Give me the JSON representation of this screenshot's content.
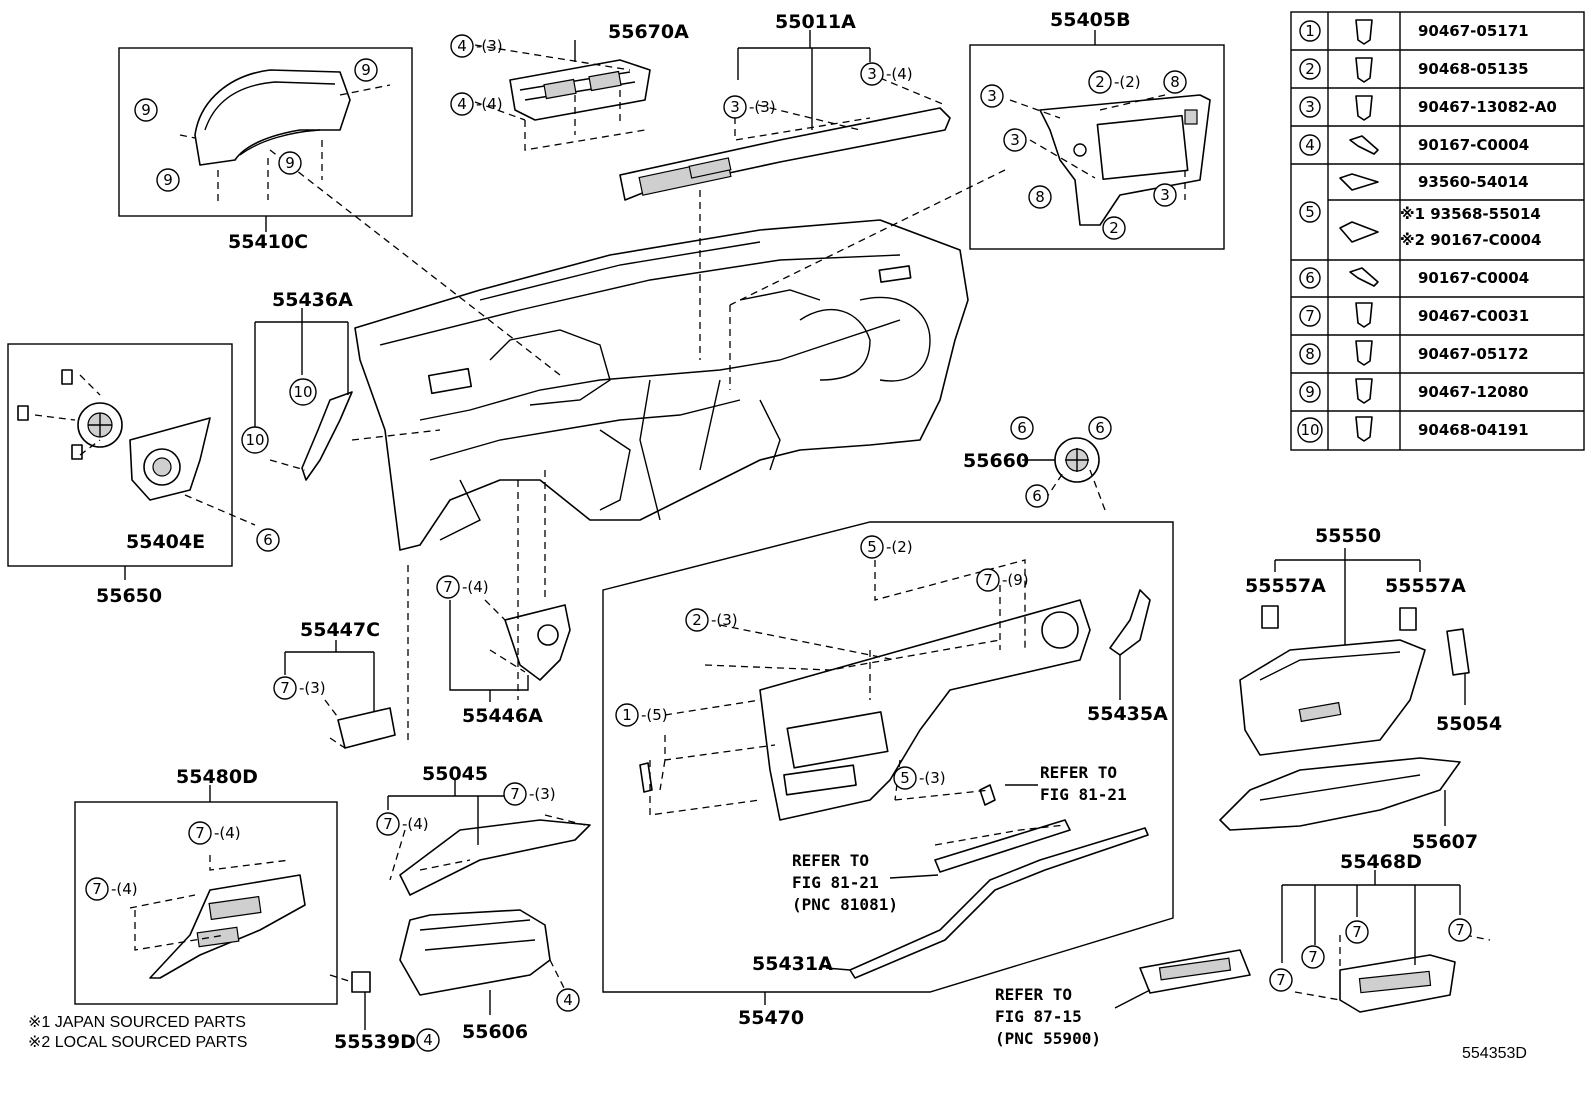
{
  "part_labels": [
    {
      "id": "55670A",
      "text": "55670A"
    },
    {
      "id": "55011A",
      "text": "55011A"
    },
    {
      "id": "55405B",
      "text": "55405B"
    },
    {
      "id": "55410C",
      "text": "55410C"
    },
    {
      "id": "55436A",
      "text": "55436A"
    },
    {
      "id": "55404E",
      "text": "55404E"
    },
    {
      "id": "55650",
      "text": "55650"
    },
    {
      "id": "55660",
      "text": "55660"
    },
    {
      "id": "55447C",
      "text": "55447C"
    },
    {
      "id": "55446A",
      "text": "55446A"
    },
    {
      "id": "55435A",
      "text": "55435A"
    },
    {
      "id": "55045",
      "text": "55045"
    },
    {
      "id": "55480D",
      "text": "55480D"
    },
    {
      "id": "55550",
      "text": "55550"
    },
    {
      "id": "55557A_l",
      "text": "55557A"
    },
    {
      "id": "55557A_r",
      "text": "55557A"
    },
    {
      "id": "55054",
      "text": "55054"
    },
    {
      "id": "55607",
      "text": "55607"
    },
    {
      "id": "55468D",
      "text": "55468D"
    },
    {
      "id": "55431A",
      "text": "55431A"
    },
    {
      "id": "55470",
      "text": "55470"
    },
    {
      "id": "55606",
      "text": "55606"
    },
    {
      "id": "55539D",
      "text": "55539D"
    }
  ],
  "callouts": [
    {
      "n": "4",
      "qty": "(3)"
    },
    {
      "n": "4",
      "qty": "(4)"
    },
    {
      "n": "3",
      "qty": "(4)"
    },
    {
      "n": "3",
      "qty": "(3)"
    },
    {
      "n": "9",
      "qty": ""
    },
    {
      "n": "9",
      "qty": ""
    },
    {
      "n": "9",
      "qty": ""
    },
    {
      "n": "9",
      "qty": ""
    },
    {
      "n": "3",
      "qty": ""
    },
    {
      "n": "2",
      "qty": "(2)"
    },
    {
      "n": "8",
      "qty": ""
    },
    {
      "n": "3",
      "qty": ""
    },
    {
      "n": "3",
      "qty": ""
    },
    {
      "n": "8",
      "qty": ""
    },
    {
      "n": "2",
      "qty": ""
    },
    {
      "n": "10",
      "qty": ""
    },
    {
      "n": "10",
      "qty": ""
    },
    {
      "n": "6",
      "qty": ""
    },
    {
      "n": "6",
      "qty": ""
    },
    {
      "n": "6",
      "qty": ""
    },
    {
      "n": "6",
      "qty": ""
    },
    {
      "n": "7",
      "qty": "(4)"
    },
    {
      "n": "7",
      "qty": "(3)"
    },
    {
      "n": "5",
      "qty": "(2)"
    },
    {
      "n": "7",
      "qty": "(9)"
    },
    {
      "n": "2",
      "qty": "(3)"
    },
    {
      "n": "1",
      "qty": "(5)"
    },
    {
      "n": "5",
      "qty": "(3)"
    },
    {
      "n": "7",
      "qty": "(4)"
    },
    {
      "n": "7",
      "qty": "(3)"
    },
    {
      "n": "7",
      "qty": "(4)"
    },
    {
      "n": "7",
      "qty": "(4)"
    },
    {
      "n": "4",
      "qty": ""
    },
    {
      "n": "4",
      "qty": ""
    },
    {
      "n": "7",
      "qty": ""
    },
    {
      "n": "7",
      "qty": ""
    },
    {
      "n": "7",
      "qty": ""
    },
    {
      "n": "7",
      "qty": ""
    }
  ],
  "references": [
    {
      "lines": [
        "REFER TO",
        "FIG 81-21"
      ]
    },
    {
      "lines": [
        "REFER TO",
        "FIG 81-21",
        "(PNC 81081)"
      ]
    },
    {
      "lines": [
        "REFER TO",
        "FIG 87-15",
        "(PNC 55900)"
      ]
    }
  ],
  "notes": [
    "※1 JAPAN SOURCED PARTS",
    "※2 LOCAL SOURCED PARTS"
  ],
  "diagram_code": "554353D",
  "parts_table": [
    {
      "n": "1",
      "parts": [
        "90467-05171"
      ]
    },
    {
      "n": "2",
      "parts": [
        "90468-05135"
      ]
    },
    {
      "n": "3",
      "parts": [
        "90467-13082-A0"
      ]
    },
    {
      "n": "4",
      "parts": [
        "90167-C0004"
      ]
    },
    {
      "n": "5",
      "parts": [
        "93560-54014",
        "※1 93568-55014",
        "※2 90167-C0004"
      ]
    },
    {
      "n": "6",
      "parts": [
        "90167-C0004"
      ]
    },
    {
      "n": "7",
      "parts": [
        "90467-C0031"
      ]
    },
    {
      "n": "8",
      "parts": [
        "90467-05172"
      ]
    },
    {
      "n": "9",
      "parts": [
        "90467-12080"
      ]
    },
    {
      "n": "10",
      "parts": [
        "90468-04191"
      ]
    }
  ]
}
